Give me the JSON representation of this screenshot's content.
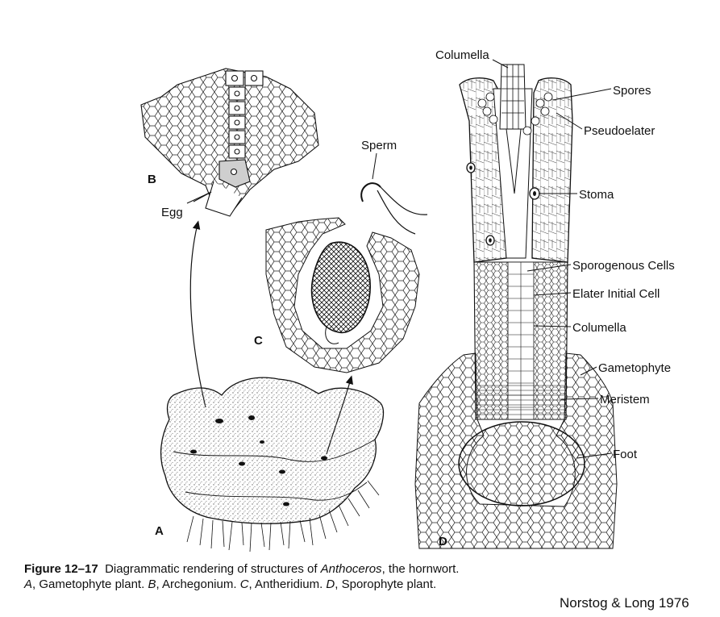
{
  "panels": {
    "a": "A",
    "b": "B",
    "c": "C",
    "d": "D"
  },
  "labels": {
    "egg": "Egg",
    "sperm": "Sperm",
    "columella_top": "Columella",
    "spores": "Spores",
    "pseudoelater": "Pseudoelater",
    "stoma": "Stoma",
    "sporogenous_cells": "Sporogenous Cells",
    "elater_initial_cell": "Elater Initial Cell",
    "columella_mid": "Columella",
    "gametophyte": "Gametophyte",
    "meristem": "Meristem",
    "foot": "Foot"
  },
  "caption": {
    "figure_number": "Figure 12–17",
    "text_1": "Diagrammatic rendering of structures of",
    "genus": "Anthoceros",
    "text_2": ", the hornwort.",
    "line2": [
      {
        "letter": "A",
        "text": ", Gametophyte plant. "
      },
      {
        "letter": "B",
        "text": ", Archegonium. "
      },
      {
        "letter": "C",
        "text": ", Antheridium. "
      },
      {
        "letter": "D",
        "text": ", Sporophyte plant."
      }
    ]
  },
  "credit": "Norstog & Long 1976",
  "colors": {
    "ink": "#111111",
    "stipple": "#9a9a9a",
    "paper": "#ffffff"
  }
}
